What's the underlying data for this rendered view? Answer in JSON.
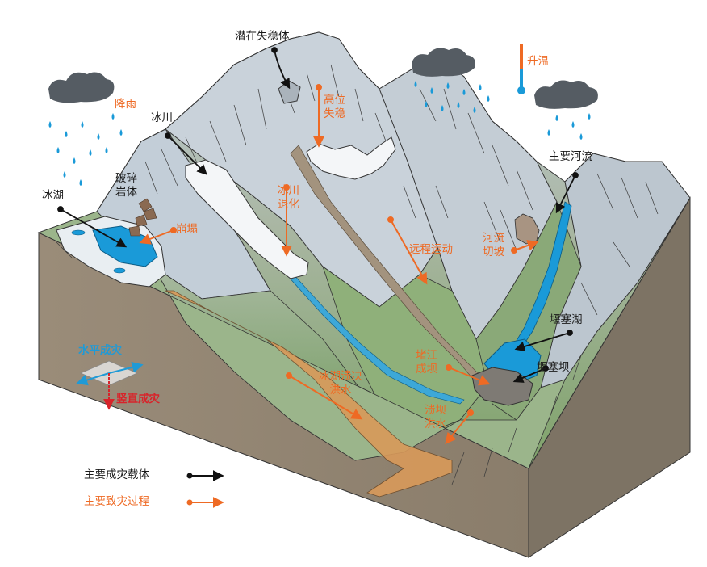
{
  "labels": {
    "potential_unstable_body": "潜在失稳体",
    "rising_temperature": "升温",
    "rainfall": "降雨",
    "high_position_failure": "高位\n失稳",
    "glacier": "冰川",
    "main_river": "主要河流",
    "broken_rock_mass": "破碎\n岩体",
    "glacial_lake": "冰湖",
    "collapse": "崩塌",
    "glacier_retreat": "冰川\n退化",
    "long_runout_movement": "远程运动",
    "river_incision": "河流\n切坡",
    "dammed_lake": "堰塞湖",
    "horizontal_disaster": "水平成灾",
    "vertical_disaster": "竖直成灾",
    "river_blocking_dam": "堵江\n成坝",
    "dam": "堰塞坝",
    "glacial_lake_outburst_flood": "冰湖溃决\n洪水",
    "dam_break_flood": "溃坝\n洪水"
  },
  "legend": {
    "disaster_carrier": "主要成灾载体",
    "disaster_process": "主要致灾过程"
  },
  "colors": {
    "carrier_arrow": "#111111",
    "process_arrow": "#ee6a24",
    "water": "#1a9ad8",
    "horizontal": "#1f9ad6",
    "vertical": "#d8232a"
  }
}
